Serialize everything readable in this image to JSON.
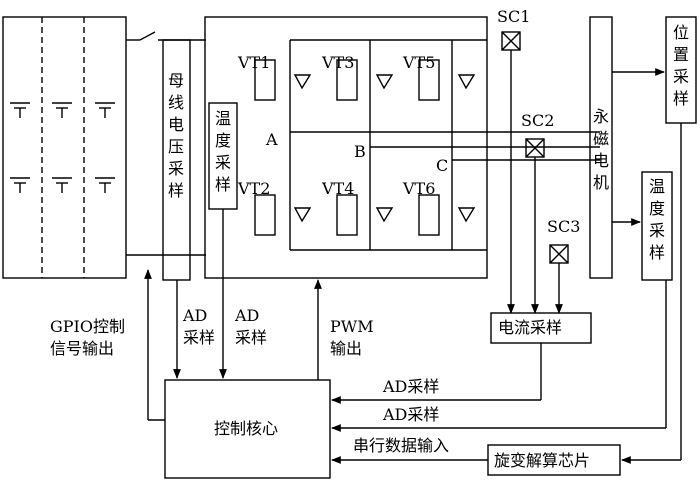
{
  "blocks": {
    "bus_voltage": "母线电压采样",
    "temp_sample_left": "温度采样",
    "motor": "永磁电机",
    "position_sample": "位置采样",
    "temp_sample_right": "温度采样",
    "current_sample": "电流采样",
    "control_core": "控制核心",
    "resolver_chip": "旋变解算芯片"
  },
  "switches": [
    "VT1",
    "VT3",
    "VT5",
    "VT2",
    "VT4",
    "VT6"
  ],
  "phases": [
    "A",
    "B",
    "C"
  ],
  "sensors": [
    "SC1",
    "SC2",
    "SC3"
  ],
  "signals": {
    "gpio": "GPIO控制信号输出",
    "ad1": "AD采样",
    "ad2": "AD采样",
    "pwm": "PWM输出",
    "ad_current": "AD采样",
    "ad_temp": "AD采样",
    "serial": "串行数据输入"
  }
}
